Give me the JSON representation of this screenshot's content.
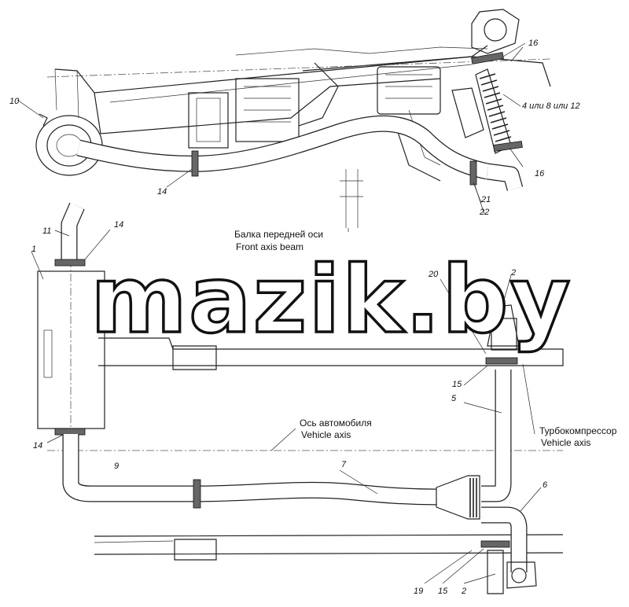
{
  "labels": {
    "top_10": "10",
    "top_14": "14",
    "top_16a": "16",
    "top_16b": "16",
    "top_4812": "4 или 8 или 12",
    "top_21": "21",
    "top_22": "22",
    "lower_11": "11",
    "lower_14a": "14",
    "lower_1": "1",
    "lower_20": "20",
    "lower_2a": "2",
    "lower_15a": "15",
    "lower_5": "5",
    "lower_14b": "14",
    "lower_9": "9",
    "lower_7": "7",
    "lower_6": "6",
    "lower_19": "19",
    "lower_15b": "15",
    "lower_2b": "2"
  },
  "captions": {
    "beam_ru": "Балка передней оси",
    "beam_en": "Front axis beam",
    "axis_ru": "Ось автомобиля",
    "axis_en": "Vehicle axis",
    "turbo_ru": "Турбокомпрессор",
    "turbo_en": "Vehicle axis"
  },
  "watermark": "mazik.by",
  "colors": {
    "line": "#222222",
    "background": "#ffffff",
    "clamp": "#666666"
  }
}
